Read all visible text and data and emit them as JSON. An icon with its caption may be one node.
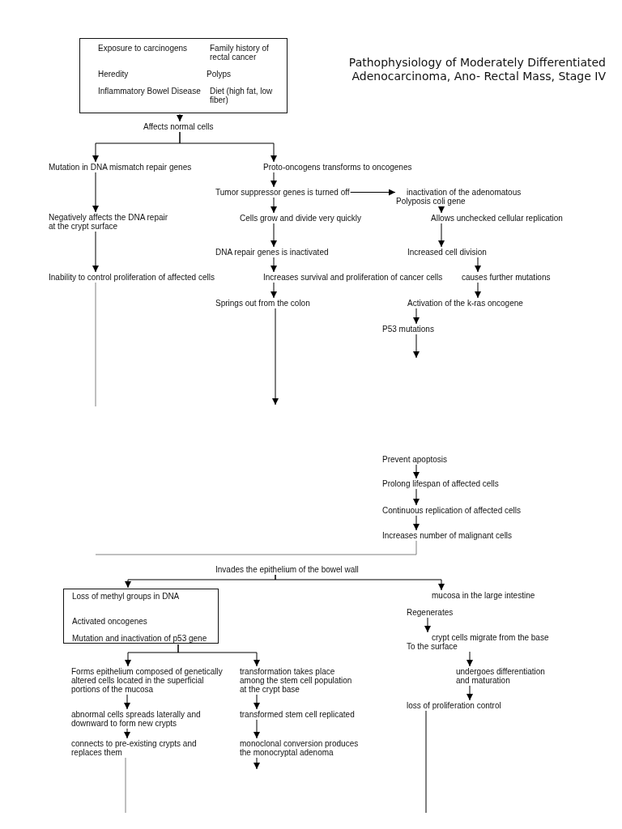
{
  "diagram": {
    "title": "Pathophysiology of Moderately Differentiated Adenocarcinoma, Ano- Rectal Mass, Stage IV",
    "nodes": [
      {
        "text": [
          "Exposure to carcinogens",
          "Family history of rectal cancer",
          "Heredity",
          "Polyps",
          "Inflammatory Bowel Disease",
          "Diet (high fat, low fiber)"
        ]
      },
      {
        "text": [
          "Affects normal cells"
        ]
      },
      {
        "text": [
          "Mutation in DNA mismatch repair genes"
        ]
      },
      {
        "text": [
          "Proto-oncogens transforms to oncogenes"
        ]
      },
      {
        "text": [
          "Tumor suppressor genes is turned off"
        ]
      },
      {
        "text": [
          "inactivation of the adenomatous Polyposis coli gene"
        ]
      },
      {
        "text": [
          "Negatively affects the DNA repair at the crypt surface"
        ]
      },
      {
        "text": [
          "Cells grow and divide very quickly"
        ]
      },
      {
        "text": [
          "Allows unchecked cellular replication"
        ]
      },
      {
        "text": [
          "DNA repair genes is inactivated"
        ]
      },
      {
        "text": [
          "Increased cell division"
        ]
      },
      {
        "text": [
          "Inability to control proliferation of affected cells"
        ]
      },
      {
        "text": [
          "Increases survival and proliferation of cancer cells"
        ]
      },
      {
        "text": [
          "causes further mutations"
        ]
      },
      {
        "text": [
          "Springs out from the colon"
        ]
      },
      {
        "text": [
          "Activation of the k-ras oncogene"
        ]
      },
      {
        "text": [
          "P53 mutations"
        ]
      },
      {
        "text": [
          "Prevent apoptosis"
        ]
      },
      {
        "text": [
          "Prolong lifespan of affected cells"
        ]
      },
      {
        "text": [
          "Continuous replication of affected cells"
        ]
      },
      {
        "text": [
          "Increases number of malignant cells"
        ]
      },
      {
        "text": [
          "Invades the epithelium of the bowel wall"
        ]
      },
      {
        "text": [
          "Loss of methyl groups in DNA",
          "Activated oncogenes",
          "Mutation and inactivation of p53 gene"
        ]
      },
      {
        "text": [
          "mucosa in the large intestine"
        ]
      },
      {
        "text": [
          "Regenerates"
        ]
      },
      {
        "text": [
          "crypt cells migrate from the base To the surface"
        ]
      },
      {
        "text": [
          "Forms epithelium composed of genetically altered cells located in the superficial portions of the mucosa"
        ]
      },
      {
        "text": [
          "transformation takes place among the stem cell population at the crypt base"
        ]
      },
      {
        "text": [
          "undergoes differentiation and maturation"
        ]
      },
      {
        "text": [
          "loss of proliferation control"
        ]
      },
      {
        "text": [
          "abnormal cells spreads laterally and downward to form new crypts"
        ]
      },
      {
        "text": [
          "transformed stem cell replicated"
        ]
      },
      {
        "text": [
          "connects to pre-existing crypts and replaces them"
        ]
      },
      {
        "text": [
          "monoclonal conversion produces the monocryptal adenoma"
        ]
      }
    ],
    "edges": [
      {
        "from": 0,
        "to": 1,
        "arrow": "to"
      },
      {
        "from": 1,
        "to": 2,
        "arrow": "to"
      },
      {
        "from": 1,
        "to": 3,
        "arrow": "to"
      },
      {
        "from": 2,
        "to": 6,
        "arrow": "to"
      },
      {
        "from": 6,
        "to": 11,
        "arrow": "to"
      },
      {
        "from": 11,
        "to": null,
        "arrow": "none",
        "color": "#808080"
      },
      {
        "from": 3,
        "to": 4,
        "arrow": "to"
      },
      {
        "from": 4,
        "to": 5,
        "arrow": "to"
      },
      {
        "from": 4,
        "to": 7,
        "arrow": "to"
      },
      {
        "from": 7,
        "to": 9,
        "arrow": "to"
      },
      {
        "from": 9,
        "to": 12,
        "arrow": "to"
      },
      {
        "from": 12,
        "to": 14,
        "arrow": "to"
      },
      {
        "from": 14,
        "to": null,
        "arrow": "to"
      },
      {
        "from": 5,
        "to": 8,
        "arrow": "to"
      },
      {
        "from": 8,
        "to": 10,
        "arrow": "to"
      },
      {
        "from": 10,
        "to": 13,
        "arrow": "to"
      },
      {
        "from": 13,
        "to": 15,
        "arrow": "to"
      },
      {
        "from": 15,
        "to": 16,
        "arrow": "to"
      },
      {
        "from": 16,
        "to": null,
        "arrow": "to"
      },
      {
        "from": 17,
        "to": 18,
        "arrow": "to"
      },
      {
        "from": 18,
        "to": 19,
        "arrow": "to"
      },
      {
        "from": 19,
        "to": 20,
        "arrow": "to"
      },
      {
        "from": 20,
        "to": null,
        "arrow": "none",
        "color": "#808080"
      },
      {
        "from": 21,
        "to": 22,
        "arrow": "to"
      },
      {
        "from": 21,
        "to": 23,
        "arrow": "to"
      },
      {
        "from": 24,
        "to": 25,
        "arrow": "to"
      },
      {
        "from": 25,
        "to": 28,
        "arrow": "to"
      },
      {
        "from": 28,
        "to": 29,
        "arrow": "to"
      },
      {
        "from": 29,
        "to": null,
        "arrow": "none"
      },
      {
        "from": 22,
        "to": 26,
        "arrow": "to"
      },
      {
        "from": 22,
        "to": 27,
        "arrow": "to"
      },
      {
        "from": 26,
        "to": 30,
        "arrow": "to"
      },
      {
        "from": 30,
        "to": 32,
        "arrow": "to"
      },
      {
        "from": 32,
        "to": null,
        "arrow": "none",
        "color": "#808080"
      },
      {
        "from": 27,
        "to": 31,
        "arrow": "to"
      },
      {
        "from": 31,
        "to": 33,
        "arrow": "to"
      },
      {
        "from": 33,
        "to": null,
        "arrow": "to"
      }
    ]
  }
}
